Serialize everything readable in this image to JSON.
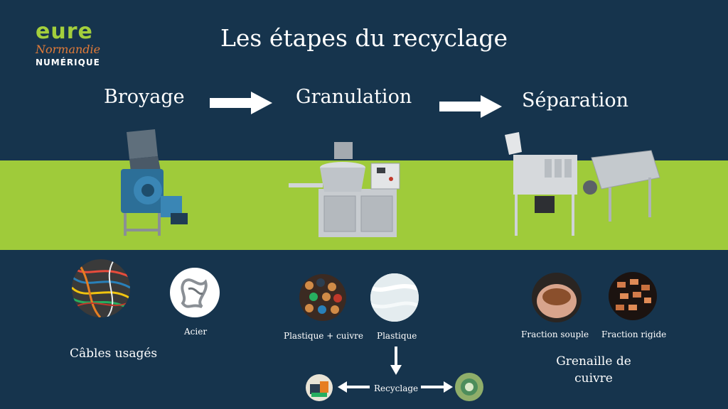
{
  "logo": {
    "line1": "eure",
    "line2": "Normandie",
    "line3": "NUMÉRIQUE"
  },
  "title": "Les étapes du recyclage",
  "steps": {
    "s1": "Broyage",
    "s2": "Granulation",
    "s3": "Séparation"
  },
  "labels": {
    "cables": "Câbles usagés",
    "acier": "Acier",
    "plastique_cuivre": "Plastique + cuivre",
    "plastique": "Plastique",
    "recyclage": "Recyclage",
    "fraction_souple": "Fraction souple",
    "fraction_rigide": "Fraction rigide",
    "grenaille_line1": "Grenaille de",
    "grenaille_line2": "cuivre"
  },
  "colors": {
    "background": "#16344d",
    "band": "#9fcb3a",
    "logo_green": "#a3cf3c",
    "logo_orange": "#e27b38"
  }
}
